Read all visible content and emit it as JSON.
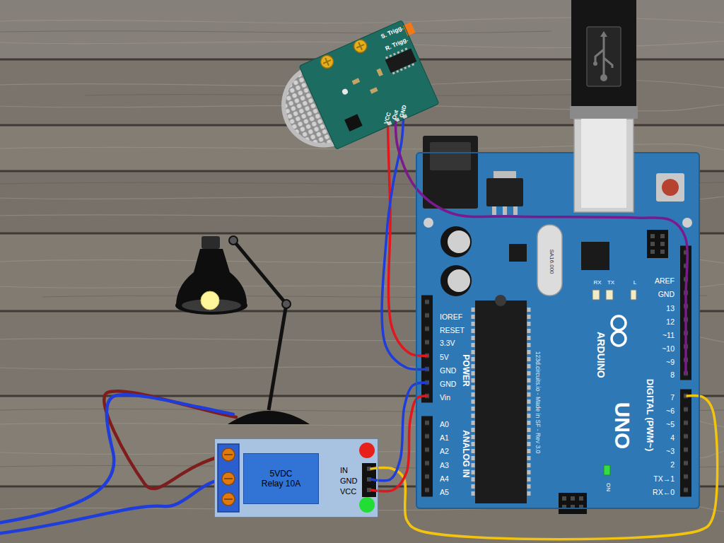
{
  "diagram": {
    "nodes": [
      {
        "text": [
          "S. Trigg.",
          "R. Trigg.",
          "VCC",
          "Out",
          "GND"
        ]
      },
      {
        "text": [
          "AREF",
          "GND",
          "13",
          "12",
          "~11",
          "~10",
          "~9",
          "8",
          "7",
          "~6",
          "~5",
          "4",
          "~3",
          "2",
          "TX→1",
          "RX←0",
          "DIGITAL (PWM~)",
          "RX",
          "TX",
          "L",
          "SA16.000",
          "ARDUINO",
          "UNO",
          "123d.circuits.io - Made in SF - Rev 3.0",
          "ON",
          "IOREF",
          "RESET",
          "3.3V",
          "5V",
          "GND",
          "GND",
          "Vin",
          "POWER",
          "A0",
          "A1",
          "A2",
          "A3",
          "A4",
          "A5",
          "ANALOG IN"
        ]
      },
      {
        "text": [
          "IN",
          "GND",
          "VCC"
        ]
      },
      {
        "text": [
          "5VDC Relay 10A"
        ],
        "in": 2
      }
    ],
    "edges": [
      {
        "from": 0,
        "to": 1,
        "arrow": "none"
      },
      {
        "from": 0,
        "to": 1,
        "arrow": "none"
      },
      {
        "from": 0,
        "to": 1,
        "arrow": "none"
      },
      {
        "from": 2,
        "to": 1,
        "arrow": "none"
      },
      {
        "from": 2,
        "to": 1,
        "arrow": "none"
      },
      {
        "from": 2,
        "to": 1,
        "arrow": "none"
      }
    ]
  }
}
